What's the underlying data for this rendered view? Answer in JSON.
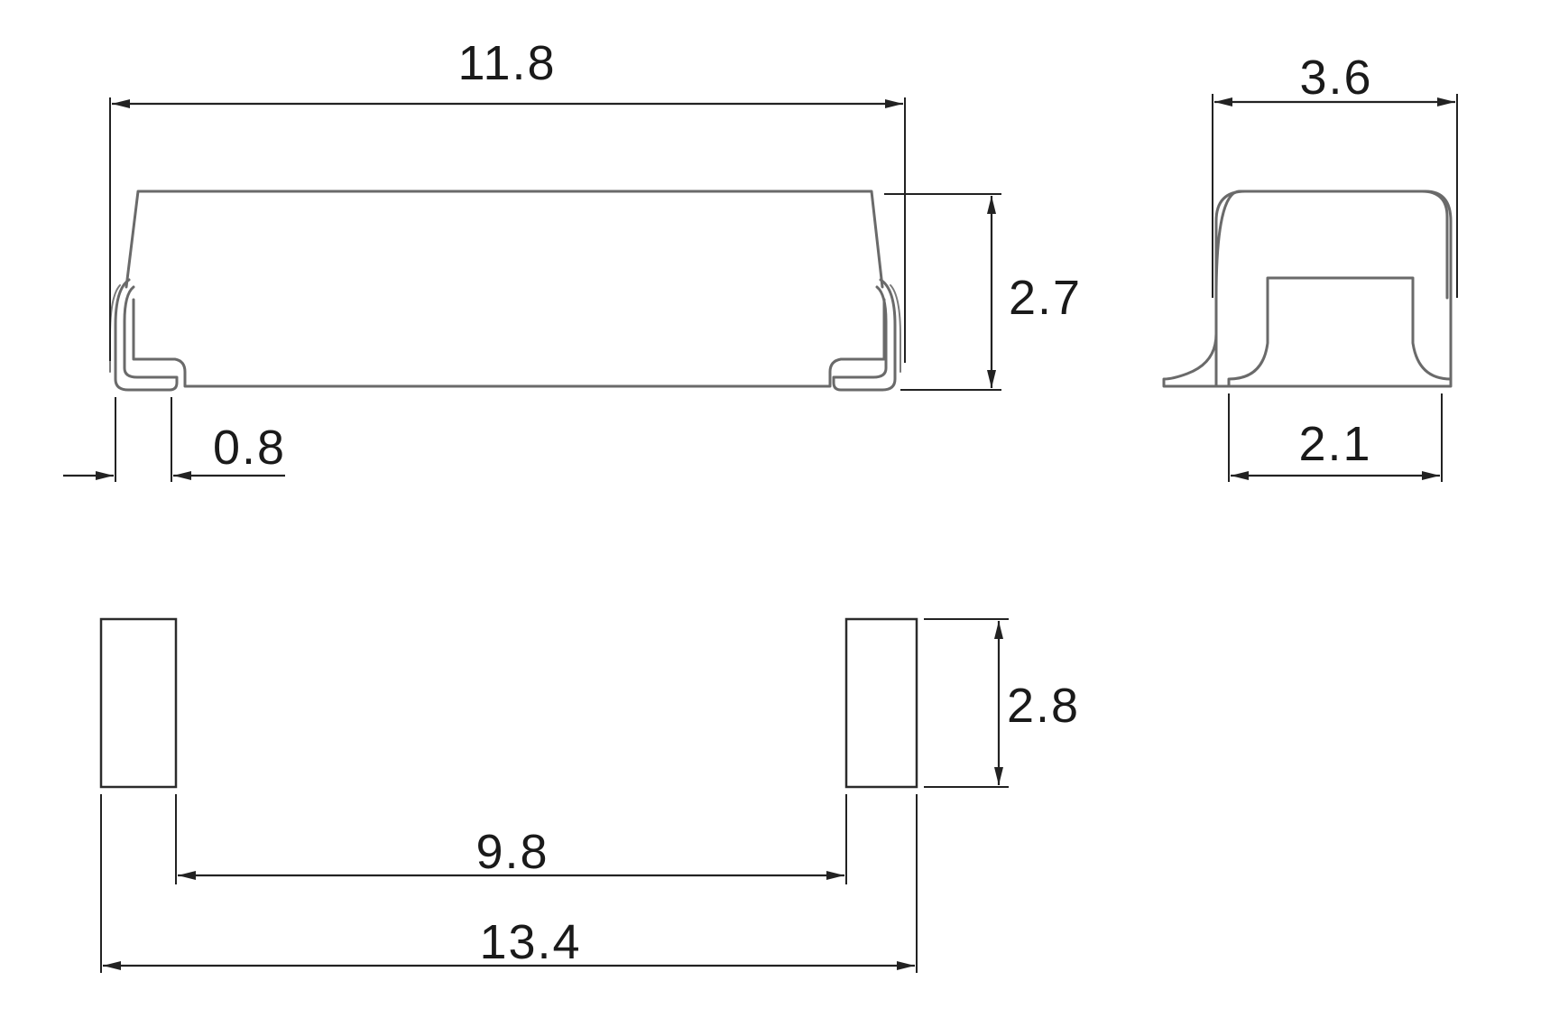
{
  "dimensions": {
    "length": "11.8",
    "height": "2.7",
    "terminal": "0.8",
    "width": "3.6",
    "bottom_width": "2.1",
    "pad_height": "2.8",
    "pad_gap": "9.8",
    "pad_span": "13.4"
  },
  "colors": {
    "outline": "#6a6a6a",
    "dimension": "#222222",
    "background": "#ffffff"
  }
}
